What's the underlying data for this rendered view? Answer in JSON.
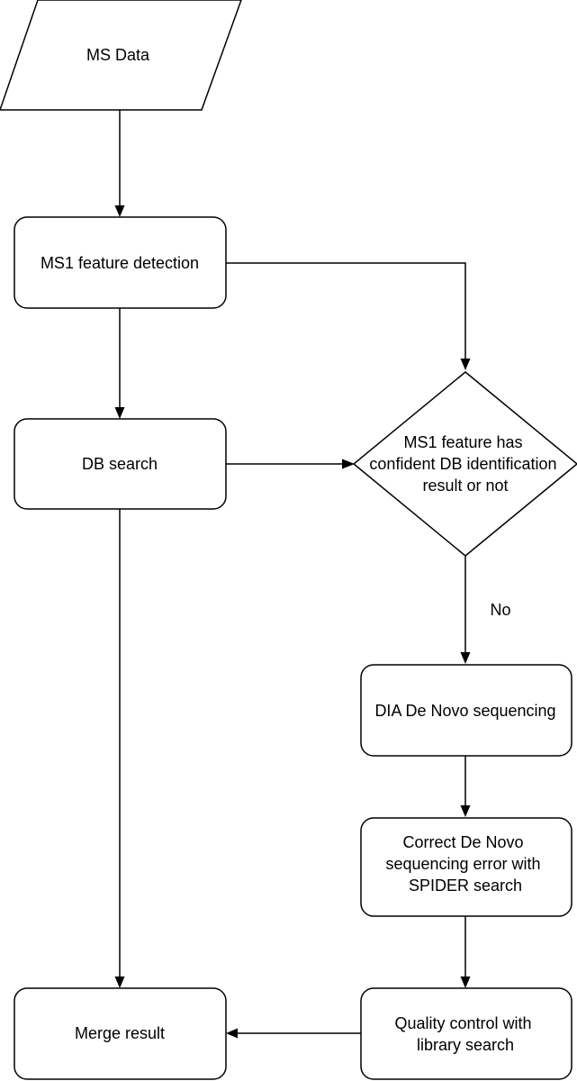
{
  "nodes": {
    "ms_data": {
      "label": [
        "MS Data"
      ]
    },
    "ms1_feature_detection": {
      "label": [
        "MS1 feature detection"
      ]
    },
    "db_search": {
      "label": [
        "DB search"
      ]
    },
    "decision": {
      "label": [
        "MS1 feature has",
        "confident DB identification",
        "result or not"
      ]
    },
    "dia_de_novo": {
      "label": [
        "DIA De Novo sequencing"
      ]
    },
    "correct_de_novo": {
      "label": [
        "Correct De Novo",
        "sequencing error with",
        "SPIDER search"
      ]
    },
    "quality_control": {
      "label": [
        "Quality control with",
        "library search"
      ]
    },
    "merge_result": {
      "label": [
        "Merge result"
      ]
    }
  },
  "edges": {
    "decision_no_label": "No"
  },
  "colors": {
    "stroke": "#000000",
    "fill": "#ffffff",
    "text": "#000000"
  }
}
